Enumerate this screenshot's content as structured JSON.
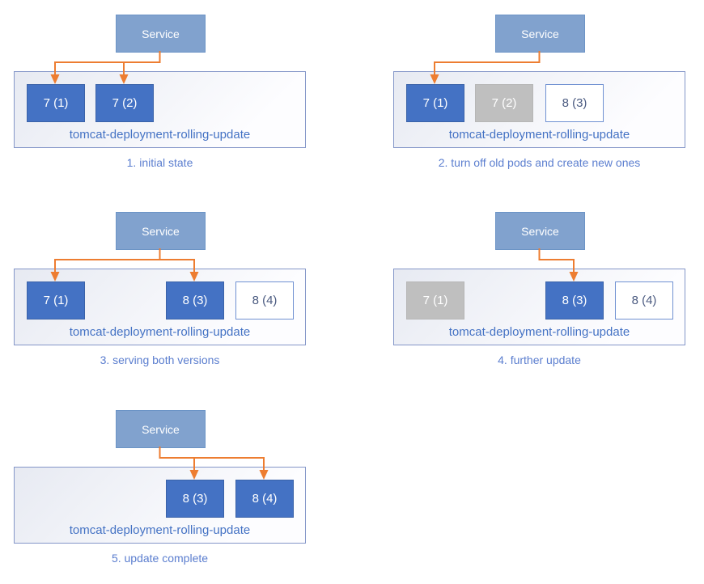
{
  "service_label": "Service",
  "deployment_label": "tomcat-deployment-rolling-update",
  "colors": {
    "service_fill": "#81A2CE",
    "service_border": "#6C94C6",
    "service_text": "#FFFFFF",
    "arrow": "#ED7D31",
    "deployment_border": "#8496C8",
    "deployment_bg_start": "#E7EAF2",
    "deployment_bg_end": "#FDFDFF",
    "deployment_label_text": "#4472C4",
    "caption_text": "#5B7ECF",
    "pod_variants": {
      "blue": {
        "fill": "#4472C4",
        "border": "#3A62A8",
        "text": "#FFFFFF"
      },
      "gray": {
        "fill": "#BFBFBF",
        "border": "#B6B6B6",
        "text": "#FFFFFF"
      },
      "outline": {
        "fill": "#FFFFFF",
        "border": "#7091D2",
        "text": "#4A5A80"
      }
    }
  },
  "panels": [
    {
      "caption": "1. initial state",
      "pods": [
        {
          "label": "7 (1)",
          "variant": "blue",
          "slot": 0,
          "arrow": true
        },
        {
          "label": "7 (2)",
          "variant": "blue",
          "slot": 1,
          "arrow": true
        }
      ]
    },
    {
      "caption": "2. turn off old pods and create new ones",
      "pods": [
        {
          "label": "7 (1)",
          "variant": "blue",
          "slot": 0,
          "arrow": true
        },
        {
          "label": "7 (2)",
          "variant": "gray",
          "slot": 1,
          "arrow": false
        },
        {
          "label": "8 (3)",
          "variant": "outline",
          "slot": 2,
          "arrow": false
        }
      ]
    },
    {
      "caption": "3. serving both versions",
      "pods": [
        {
          "label": "7 (1)",
          "variant": "blue",
          "slot": 0,
          "arrow": true
        },
        {
          "label": "8 (3)",
          "variant": "blue",
          "slot": 2,
          "arrow": true
        },
        {
          "label": "8 (4)",
          "variant": "outline",
          "slot": 3,
          "arrow": false
        }
      ]
    },
    {
      "caption": "4. further update",
      "pods": [
        {
          "label": "7 (1)",
          "variant": "gray",
          "slot": 0,
          "arrow": false
        },
        {
          "label": "8 (3)",
          "variant": "blue",
          "slot": 2,
          "arrow": true
        },
        {
          "label": "8 (4)",
          "variant": "outline",
          "slot": 3,
          "arrow": false
        }
      ]
    },
    {
      "caption": "5. update complete",
      "pods": [
        {
          "label": "8 (3)",
          "variant": "blue",
          "slot": 2,
          "arrow": true
        },
        {
          "label": "8 (4)",
          "variant": "blue",
          "slot": 3,
          "arrow": true
        }
      ]
    }
  ]
}
